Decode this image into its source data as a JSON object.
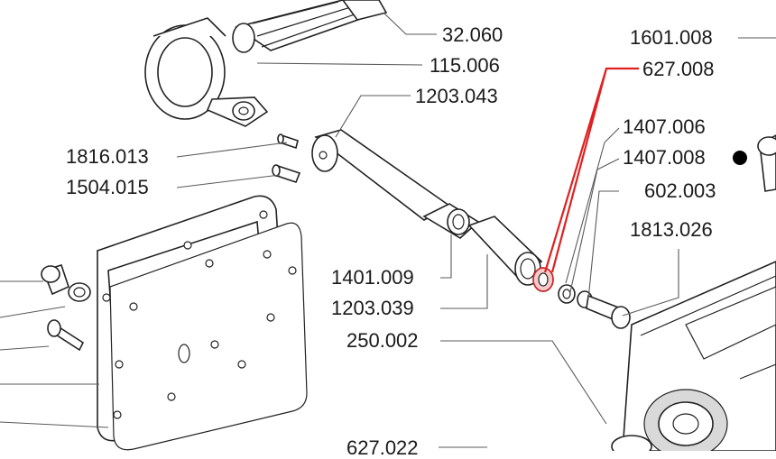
{
  "parts": [
    {
      "id": "p32060",
      "label": "32.060"
    },
    {
      "id": "p115006",
      "label": "115.006"
    },
    {
      "id": "p1203043",
      "label": "1203.043"
    },
    {
      "id": "p1601008",
      "label": "1601.008"
    },
    {
      "id": "p627008",
      "label": "627.008"
    },
    {
      "id": "p1407006",
      "label": "1407.006"
    },
    {
      "id": "p1407008",
      "label": "1407.008"
    },
    {
      "id": "p602003",
      "label": "602.003"
    },
    {
      "id": "p1813026",
      "label": "1813.026"
    },
    {
      "id": "p1816013",
      "label": "1816.013"
    },
    {
      "id": "p1504015",
      "label": "1504.015"
    },
    {
      "id": "p1401009",
      "label": "1401.009"
    },
    {
      "id": "p1203039",
      "label": "1203.039"
    },
    {
      "id": "p250002",
      "label": "250.002"
    },
    {
      "id": "p627022",
      "label": "627.022"
    }
  ],
  "highlight": {
    "part": "627.008",
    "color": "#e02020"
  },
  "marker": {
    "part": "1407.008",
    "shape": "filled-circle",
    "color": "#000000"
  }
}
